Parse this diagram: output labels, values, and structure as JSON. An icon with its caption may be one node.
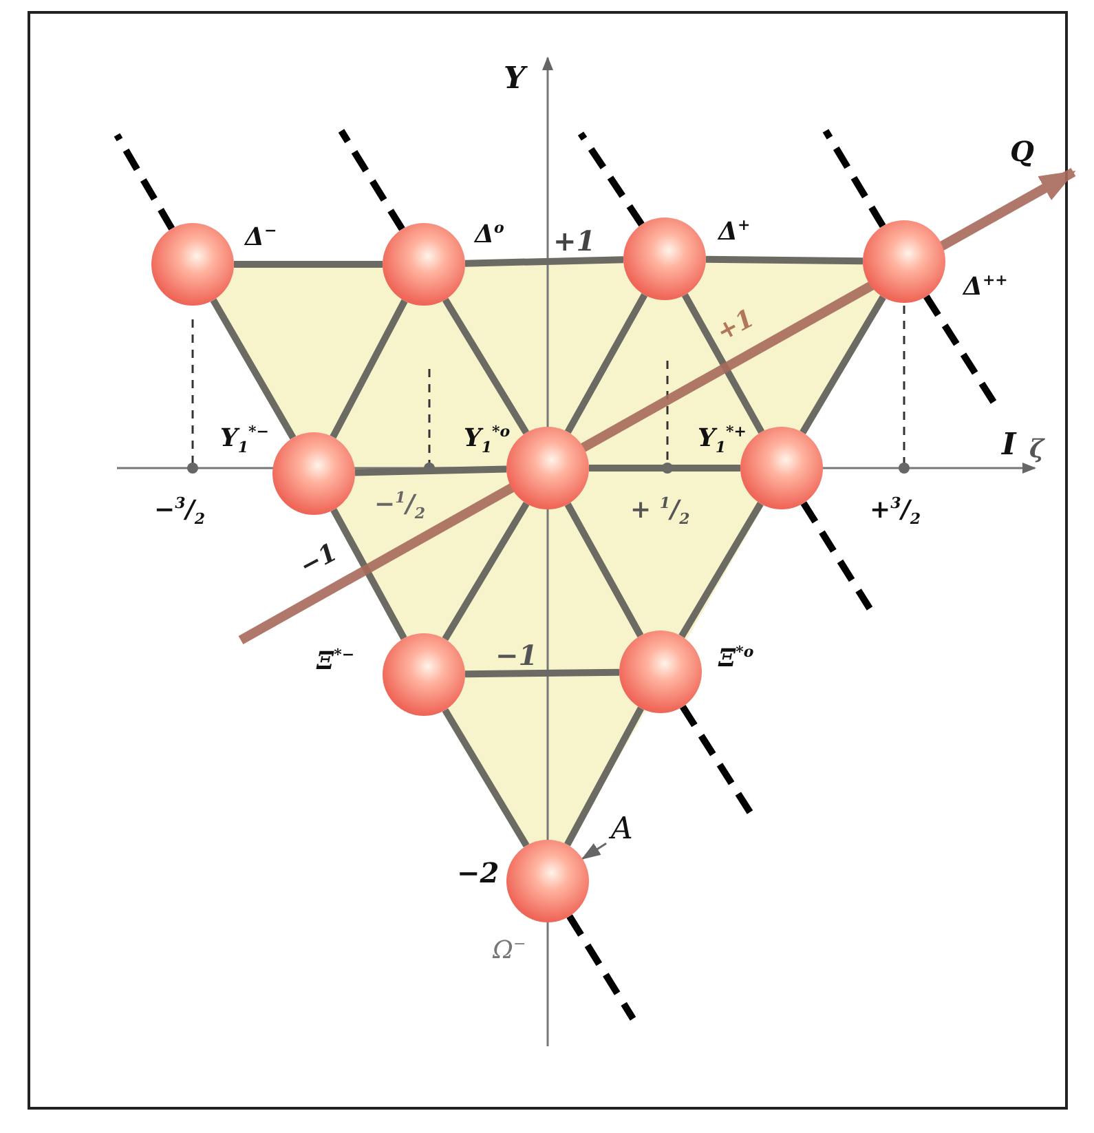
{
  "diagram": {
    "nodes": [
      {
        "text": [],
        "shape": "circle",
        "beside": [
          "Δ$^{−}$"
        ]
      },
      {
        "text": [],
        "shape": "circle",
        "beside": [
          "Δ$^{o}$"
        ]
      },
      {
        "text": [],
        "shape": "circle",
        "beside": [
          "Δ$^{+}$"
        ]
      },
      {
        "text": [],
        "shape": "circle",
        "beside": [
          "Δ$^{++}$"
        ]
      },
      {
        "text": [],
        "shape": "circle",
        "beside": [
          "Y$_{1}$$^{*−}$"
        ]
      },
      {
        "text": [],
        "shape": "circle",
        "beside": [
          "Y$_{1}$$^{*o}$"
        ]
      },
      {
        "text": [],
        "shape": "circle",
        "beside": [
          "Y$_{1}$$^{*+}$"
        ]
      },
      {
        "text": [],
        "shape": "circle",
        "beside": [
          "Ξ$^{*−}$"
        ]
      },
      {
        "text": [],
        "shape": "circle",
        "beside": [
          "Ξ$^{*o}$"
        ]
      },
      {
        "text": [
          "A"
        ]
      },
      {
        "text": [],
        "shape": "circle",
        "beside": [
          "Ω$^{−}$"
        ]
      }
    ],
    "edges": [
      {
        "from": 0,
        "to": 1,
        "arrow": "none"
      },
      {
        "from": 1,
        "to": 2,
        "arrow": "none"
      },
      {
        "from": 2,
        "to": 3,
        "arrow": "none"
      },
      {
        "from": 0,
        "to": 4,
        "arrow": "none"
      },
      {
        "from": 1,
        "to": 4,
        "arrow": "none"
      },
      {
        "from": 1,
        "to": 5,
        "arrow": "none"
      },
      {
        "from": 2,
        "to": 5,
        "arrow": "none"
      },
      {
        "from": 2,
        "to": 6,
        "arrow": "none"
      },
      {
        "from": 3,
        "to": 6,
        "arrow": "none"
      },
      {
        "from": 4,
        "to": 5,
        "arrow": "none"
      },
      {
        "from": 5,
        "to": 6,
        "arrow": "none"
      },
      {
        "from": 4,
        "to": 7,
        "arrow": "none"
      },
      {
        "from": 5,
        "to": 7,
        "arrow": "none"
      },
      {
        "from": 5,
        "to": 8,
        "arrow": "none"
      },
      {
        "from": 6,
        "to": 8,
        "arrow": "none"
      },
      {
        "from": 7,
        "to": 8,
        "arrow": "none"
      },
      {
        "from": 7,
        "to": 10,
        "arrow": "none"
      },
      {
        "from": 8,
        "to": 10,
        "arrow": "none"
      },
      {
        "from": 9,
        "to": 10,
        "arrow": "to"
      },
      {
        "from": 0,
        "to": null,
        "arrow": "none",
        "style": "dashed",
        "color": "#000000"
      },
      {
        "from": 1,
        "to": null,
        "arrow": "none",
        "style": "dashed",
        "color": "#000000"
      },
      {
        "from": 2,
        "to": null,
        "arrow": "none",
        "style": "dashed",
        "color": "#000000"
      },
      {
        "from": 3,
        "to": null,
        "arrow": "none",
        "style": "dashed",
        "color": "#000000"
      },
      {
        "from": 3,
        "to": null,
        "arrow": "none",
        "style": "dashed",
        "color": "#000000"
      },
      {
        "from": 6,
        "to": null,
        "arrow": "none",
        "style": "dashed",
        "color": "#000000"
      },
      {
        "from": 8,
        "to": null,
        "arrow": "none",
        "style": "dashed",
        "color": "#000000"
      },
      {
        "from": 10,
        "to": null,
        "arrow": "none",
        "style": "dashed",
        "color": "#000000"
      }
    ],
    "labels": [
      "Y",
      "Q",
      "+1",
      "+1",
      "I",
      "ζ",
      "−$^{3}$/$_{2}$",
      "−$^{1}$/$_{2}$",
      "+ $^{1}$/$_{2}$",
      "+$^{3}$/$_{2}$",
      "−1",
      "−1",
      "−2"
    ]
  }
}
